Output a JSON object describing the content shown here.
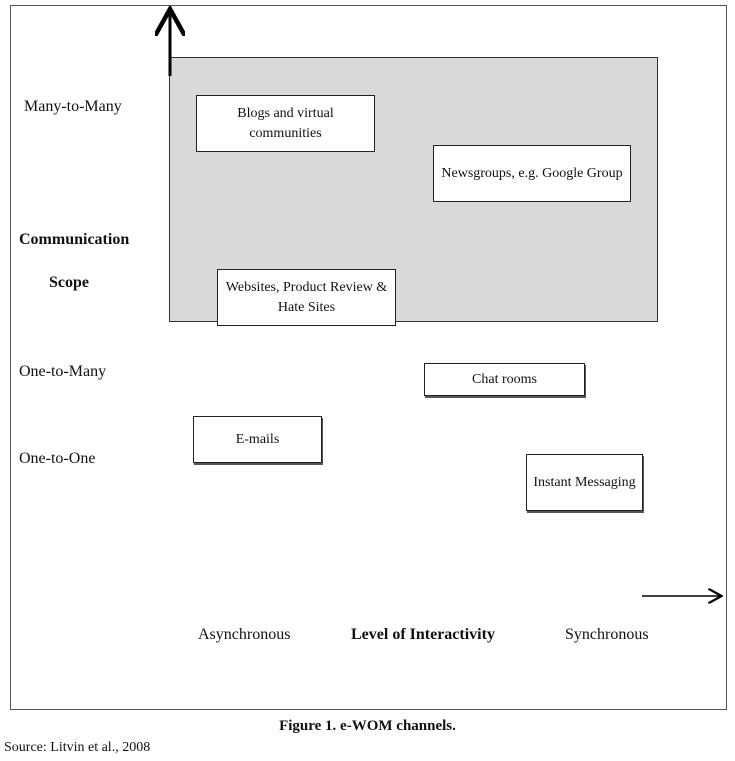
{
  "y_axis": {
    "levels": [
      "Many-to-Many",
      "One-to-Many",
      "One-to-One"
    ],
    "title_line1": "Communication",
    "title_line2": "Scope"
  },
  "x_axis": {
    "left": "Asynchronous",
    "title": "Level of Interactivity",
    "right": "Synchronous"
  },
  "channels": {
    "blogs": "Blogs and virtual communities",
    "newsgroups": "Newsgroups, e.g. Google Group",
    "websites": "Websites, Product Review & Hate Sites",
    "chat_rooms": "Chat rooms",
    "emails": "E-mails",
    "instant_messaging": "Instant Messaging"
  },
  "caption": "Figure 1. e-WOM channels.",
  "source": "Source: Litvin et al., 2008"
}
